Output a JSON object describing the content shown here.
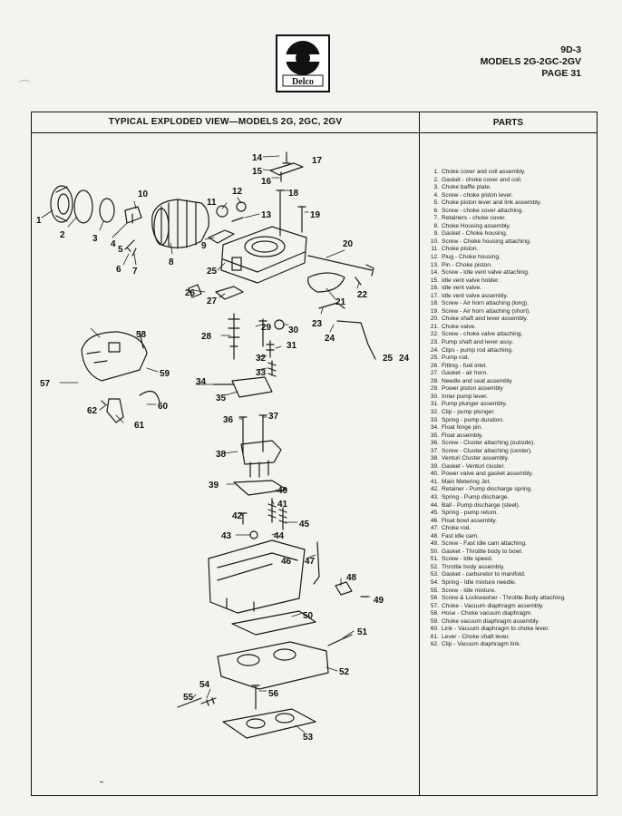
{
  "logo": {
    "brand": "Delco"
  },
  "header": {
    "section": "9D-3",
    "models": "MODELS 2G-2GC-2GV",
    "page": "PAGE 31"
  },
  "view_title": "TYPICAL EXPLODED VIEW—MODELS 2G, 2GC, 2GV",
  "parts_title": "PARTS",
  "parts": [
    {
      "num": "1.",
      "desc": "Choke cover and coil assembly."
    },
    {
      "num": "2.",
      "desc": "Gasket - choke cover and coil."
    },
    {
      "num": "3.",
      "desc": "Choke baffle plate."
    },
    {
      "num": "4.",
      "desc": "Screw - choke piston lever."
    },
    {
      "num": "5.",
      "desc": "Choke piston lever and link assembly."
    },
    {
      "num": "6.",
      "desc": "Screw - choke cover attaching."
    },
    {
      "num": "7.",
      "desc": "Retainers - choke cover."
    },
    {
      "num": "8.",
      "desc": "Choke Housing assembly."
    },
    {
      "num": "9.",
      "desc": "Gasket - Choke housing."
    },
    {
      "num": "10.",
      "desc": "Screw - Choke housing attaching."
    },
    {
      "num": "11.",
      "desc": "Choke piston."
    },
    {
      "num": "12.",
      "desc": "Plug - Choke housing."
    },
    {
      "num": "13.",
      "desc": "Pin - Choke piston."
    },
    {
      "num": "14.",
      "desc": "Screw - Idle vent valve attaching."
    },
    {
      "num": "15.",
      "desc": "Idle vent valve holder."
    },
    {
      "num": "16.",
      "desc": "Idle vent valve."
    },
    {
      "num": "17.",
      "desc": "Idle vent valve assembly."
    },
    {
      "num": "18.",
      "desc": "Screw - Air horn attaching (long)."
    },
    {
      "num": "19.",
      "desc": "Screw - Air horn attaching (short)."
    },
    {
      "num": "20.",
      "desc": "Choke shaft and lever assembly."
    },
    {
      "num": "21.",
      "desc": "Choke valve."
    },
    {
      "num": "22.",
      "desc": "Screw - choke valve attaching."
    },
    {
      "num": "23.",
      "desc": "Pump shaft and lever assy."
    },
    {
      "num": "24.",
      "desc": "Clips - pump rod attaching."
    },
    {
      "num": "25.",
      "desc": "Pump rod."
    },
    {
      "num": "26.",
      "desc": "Fitting - fuel inlet."
    },
    {
      "num": "27.",
      "desc": "Gasket - air horn."
    },
    {
      "num": "28.",
      "desc": "Needle and seat assembly"
    },
    {
      "num": "29.",
      "desc": "Power piston assembly"
    },
    {
      "num": "30.",
      "desc": "Inner pump lever."
    },
    {
      "num": "31.",
      "desc": "Pump plunger assembly."
    },
    {
      "num": "32.",
      "desc": "Clip - pump plunger."
    },
    {
      "num": "33.",
      "desc": "Spring - pump duration."
    },
    {
      "num": "34.",
      "desc": "Float hinge pin."
    },
    {
      "num": "35.",
      "desc": "Float assembly."
    },
    {
      "num": "36.",
      "desc": "Screw - Cluster attaching (outside)."
    },
    {
      "num": "37.",
      "desc": "Screw - Cluster attaching (center)."
    },
    {
      "num": "38.",
      "desc": "Venturi Cluster assembly."
    },
    {
      "num": "39.",
      "desc": "Gasket - Venturi cluster."
    },
    {
      "num": "40.",
      "desc": "Power valve and gasket assembly."
    },
    {
      "num": "41.",
      "desc": "Main Metering Jet."
    },
    {
      "num": "42.",
      "desc": "Retainer - Pump discharge spring."
    },
    {
      "num": "43.",
      "desc": "Spring - Pump discharge."
    },
    {
      "num": "44.",
      "desc": "Ball - Pump discharge (steel)."
    },
    {
      "num": "45.",
      "desc": "Spring - pump return."
    },
    {
      "num": "46.",
      "desc": "Float bowl assembly."
    },
    {
      "num": "47.",
      "desc": "Choke rod."
    },
    {
      "num": "48.",
      "desc": "Fast idle cam."
    },
    {
      "num": "49.",
      "desc": "Screw - Fast idle cam attaching."
    },
    {
      "num": "50.",
      "desc": "Gasket - Throttle body to bowl."
    },
    {
      "num": "51.",
      "desc": "Screw - Idle speed."
    },
    {
      "num": "52.",
      "desc": "Throttle body assembly."
    },
    {
      "num": "53.",
      "desc": "Gasket - carburetor to manifold."
    },
    {
      "num": "54.",
      "desc": "Spring - Idle mixture needle."
    },
    {
      "num": "55.",
      "desc": "Screw - Idle mixture."
    },
    {
      "num": "56.",
      "desc": "Screw & Lockwasher - Throttle Body attaching."
    },
    {
      "num": "57.",
      "desc": "Choke - Vacuum diaphragm assembly."
    },
    {
      "num": "58.",
      "desc": "Hose - Choke vacuum diaphragm."
    },
    {
      "num": "59.",
      "desc": "Choke vacuum diaphragm assembly."
    },
    {
      "num": "60.",
      "desc": "Link - Vacuum diaphragm to choke lever."
    },
    {
      "num": "61.",
      "desc": "Lever - Choke shaft lever."
    },
    {
      "num": "62.",
      "desc": "Clip - Vacuum diaphragm link."
    }
  ],
  "callouts": [
    "1",
    "2",
    "3",
    "4",
    "5",
    "6",
    "7",
    "8",
    "9",
    "10",
    "11",
    "12",
    "13",
    "14",
    "15",
    "16",
    "17",
    "18",
    "19",
    "20",
    "21",
    "22",
    "23",
    "24",
    "24",
    "25",
    "25",
    "26",
    "27",
    "28",
    "29",
    "30",
    "31",
    "32",
    "33",
    "34",
    "35",
    "36",
    "37",
    "38",
    "39",
    "40",
    "41",
    "42",
    "43",
    "44",
    "45",
    "46",
    "47",
    "48",
    "49",
    "50",
    "51",
    "52",
    "53",
    "54",
    "55",
    "56",
    "57",
    "58",
    "59",
    "60",
    "61",
    "62"
  ]
}
